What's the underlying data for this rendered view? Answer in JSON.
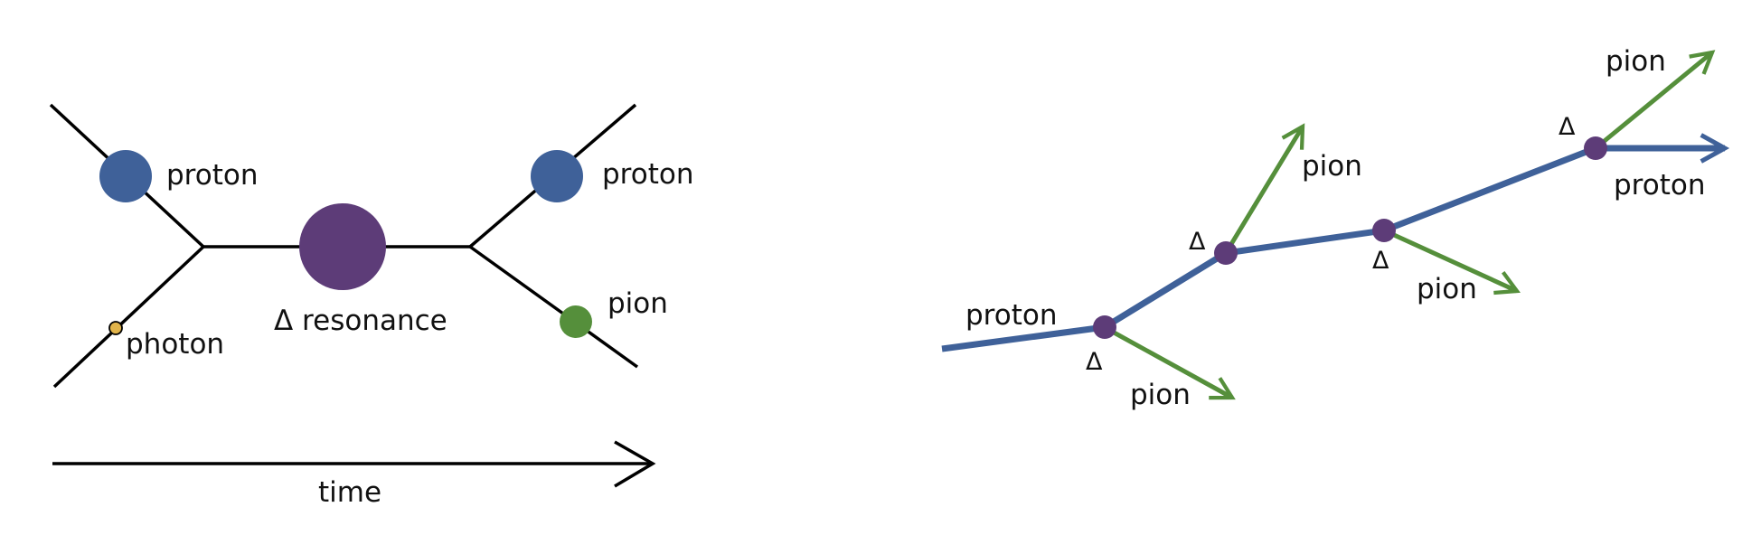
{
  "colors": {
    "proton": "#3f6199",
    "delta": "#5d3c78",
    "pion": "#558f3b",
    "photon": "#e0b34a",
    "line": "#000000"
  },
  "interaction": {
    "labels": {
      "proton_in": "proton",
      "photon": "photon",
      "delta": "Δ resonance",
      "proton_out": "proton",
      "pion": "pion",
      "time": "time"
    }
  },
  "cascade": {
    "labels": {
      "proton_start": "proton",
      "delta_1": "Δ",
      "pion_1": "pion",
      "delta_2": "Δ",
      "pion_2": "pion",
      "delta_3": "Δ",
      "pion_3": "pion",
      "delta_4": "Δ",
      "pion_4": "pion",
      "proton_end": "proton"
    }
  }
}
